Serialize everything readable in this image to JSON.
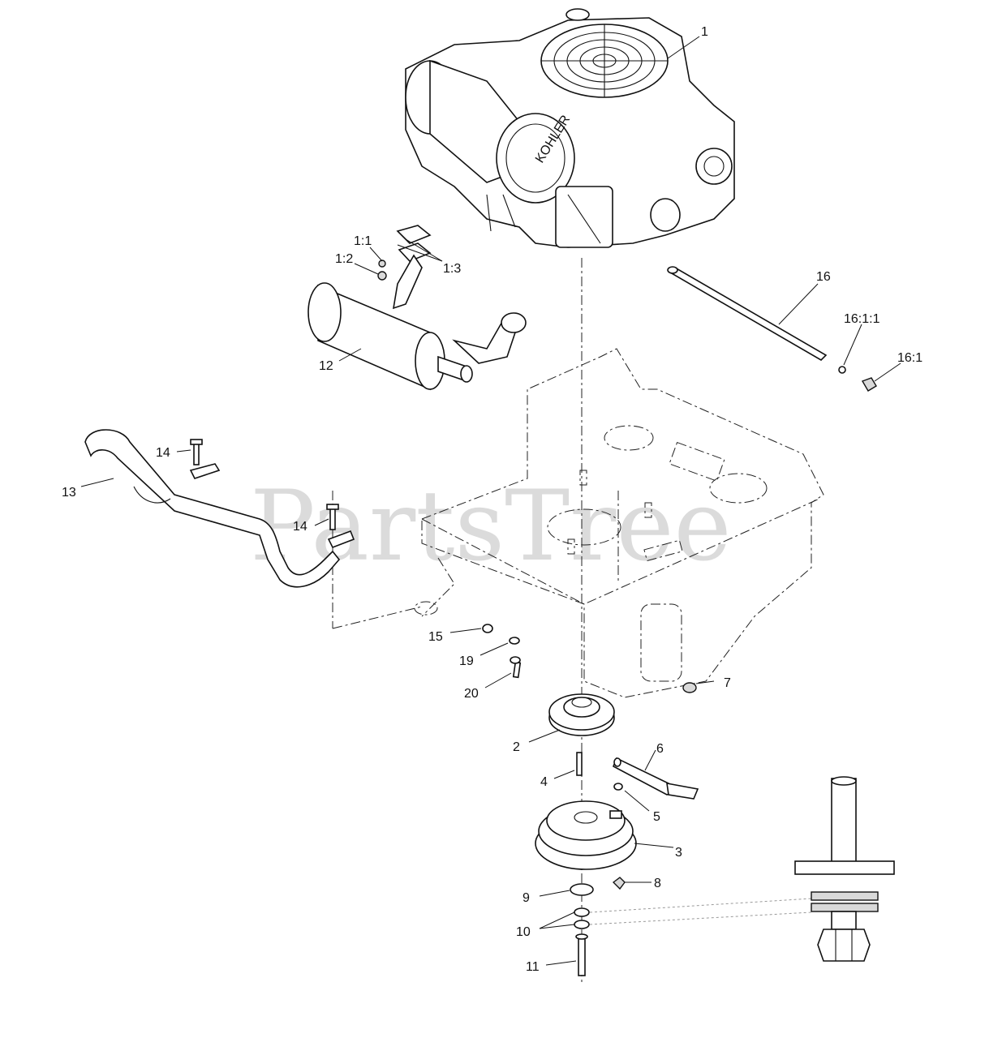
{
  "watermark": "PartsTree",
  "callouts": [
    {
      "id": "c1",
      "label": "1"
    },
    {
      "id": "c1_1",
      "label": "1:1"
    },
    {
      "id": "c1_2",
      "label": "1:2"
    },
    {
      "id": "c1_3",
      "label": "1:3"
    },
    {
      "id": "c2",
      "label": "2"
    },
    {
      "id": "c3",
      "label": "3"
    },
    {
      "id": "c4",
      "label": "4"
    },
    {
      "id": "c5",
      "label": "5"
    },
    {
      "id": "c6",
      "label": "6"
    },
    {
      "id": "c7",
      "label": "7"
    },
    {
      "id": "c8",
      "label": "8"
    },
    {
      "id": "c9",
      "label": "9"
    },
    {
      "id": "c10",
      "label": "10"
    },
    {
      "id": "c11",
      "label": "11"
    },
    {
      "id": "c12",
      "label": "12"
    },
    {
      "id": "c13",
      "label": "13"
    },
    {
      "id": "c14a",
      "label": "14"
    },
    {
      "id": "c14b",
      "label": "14"
    },
    {
      "id": "c15",
      "label": "15"
    },
    {
      "id": "c16",
      "label": "16"
    },
    {
      "id": "c16_1",
      "label": "16:1"
    },
    {
      "id": "c16_1_1",
      "label": "16:1:1"
    },
    {
      "id": "c19",
      "label": "19"
    },
    {
      "id": "c20",
      "label": "20"
    }
  ],
  "engine_brand": "KOHLER"
}
